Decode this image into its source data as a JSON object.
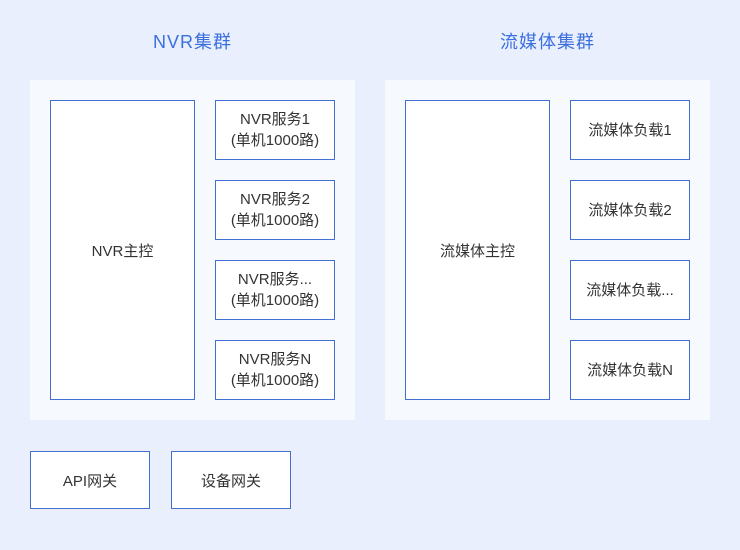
{
  "colors": {
    "page_background": "#E9EFFC",
    "panel_background": "#F6F9FE",
    "box_border": "#4170D0",
    "box_background": "#FFFFFF",
    "title_color": "#3B6FE0",
    "text_color": "#333333"
  },
  "clusters": [
    {
      "title": "NVR集群",
      "master": "NVR主控",
      "nodes": [
        {
          "line1": "NVR服务1",
          "line2": "(单机1000路)"
        },
        {
          "line1": "NVR服务2",
          "line2": "(单机1000路)"
        },
        {
          "line1": "NVR服务...",
          "line2": "(单机1000路)"
        },
        {
          "line1": "NVR服务N",
          "line2": "(单机1000路)"
        }
      ]
    },
    {
      "title": "流媒体集群",
      "master": "流媒体主控",
      "nodes": [
        {
          "line1": "流媒体负载1"
        },
        {
          "line1": "流媒体负载2"
        },
        {
          "line1": "流媒体负载..."
        },
        {
          "line1": "流媒体负载N"
        }
      ]
    }
  ],
  "gateways": [
    {
      "label": "API网关"
    },
    {
      "label": "设备网关"
    }
  ]
}
